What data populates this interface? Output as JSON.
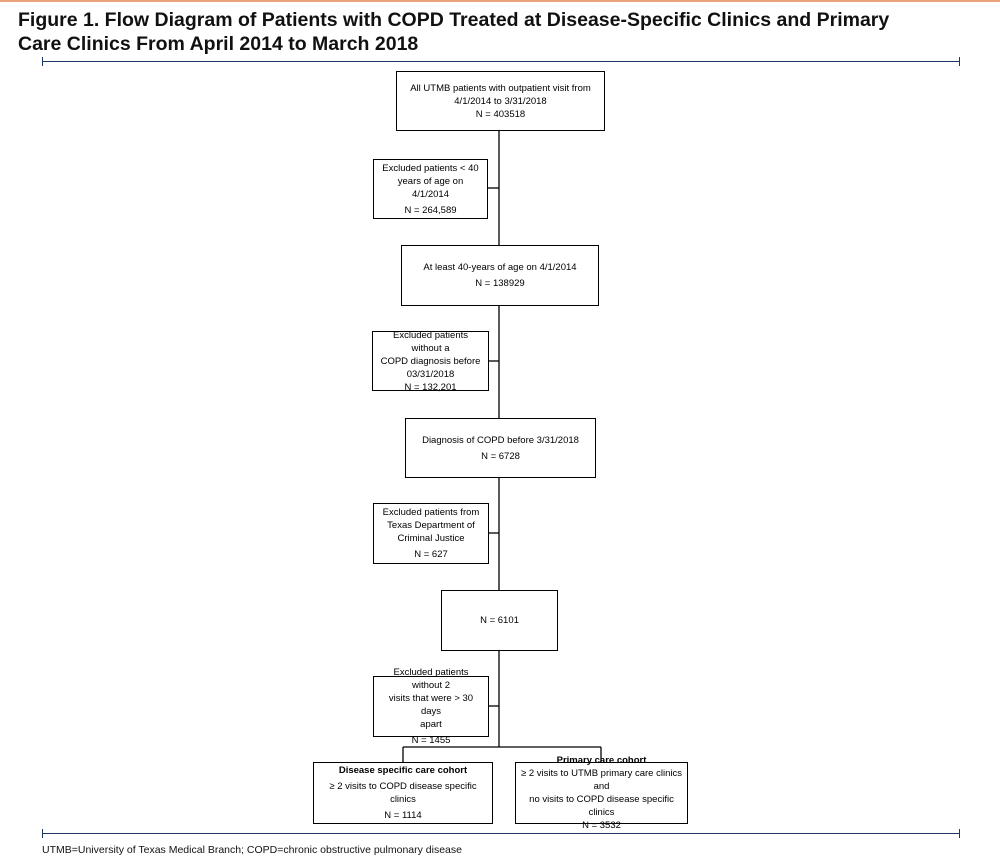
{
  "figure": {
    "title_line1": "Figure 1. Flow Diagram of Patients with COPD Treated at Disease-Specific Clinics and Primary",
    "title_line2": "Care Clinics From April 2014 to March 2018",
    "footnote": "UTMB=University of Texas Medical Branch; COPD=chronic obstructive pulmonary disease"
  },
  "flow": {
    "all_patients": {
      "line1": "All UTMB patients with outpatient visit from",
      "line2": "4/1/2014 to 3/31/2018",
      "n": "N = 403518"
    },
    "excluded_age": {
      "line1": "Excluded patients < 40",
      "line2": "years of age on 4/1/2014",
      "n": "N = 264,589"
    },
    "age_40_plus": {
      "line1": "At least 40-years of age on 4/1/2014",
      "n": "N = 138929"
    },
    "excluded_no_copd": {
      "line1": "Excluded patients without a",
      "line2": "COPD diagnosis before",
      "line3": "03/31/2018",
      "n": "N = 132,201"
    },
    "copd_diagnosis": {
      "line1": "Diagnosis of COPD before 3/31/2018",
      "n": "N = 6728"
    },
    "excluded_tdcj": {
      "line1": "Excluded patients from",
      "line2": "Texas Department of",
      "line3": "Criminal Justice",
      "n": "N = 627"
    },
    "remaining": {
      "n": "N = 6101"
    },
    "excluded_visits": {
      "line1": "Excluded patients without 2",
      "line2": "visits that were > 30 days",
      "line3": "apart",
      "n": "N = 1455"
    },
    "disease_specific": {
      "heading": "Disease specific care cohort",
      "line1": "≥ 2 visits to COPD disease specific clinics",
      "n": "N = 1114"
    },
    "primary_care": {
      "heading": "Primary care cohort",
      "line1": "≥ 2 visits to UTMB primary care clinics and",
      "line2": "no visits to COPD disease specific clinics",
      "n": "N = 3532"
    }
  }
}
